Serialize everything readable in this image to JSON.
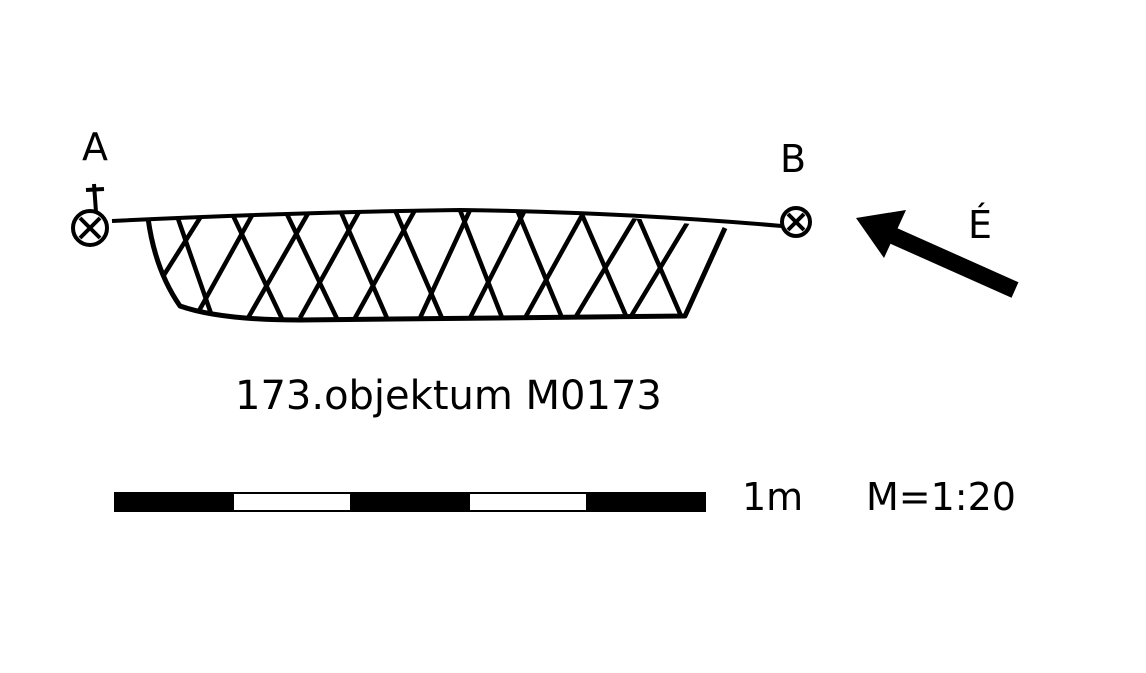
{
  "labels": {
    "point_a": "A",
    "point_b": "B",
    "north": "É"
  },
  "title": "173.objektum M0173",
  "scale": {
    "length_label": "1m",
    "ratio_label": "M=1:20",
    "segments": 5
  },
  "colors": {
    "ink": "#000000",
    "paper": "#ffffff"
  }
}
